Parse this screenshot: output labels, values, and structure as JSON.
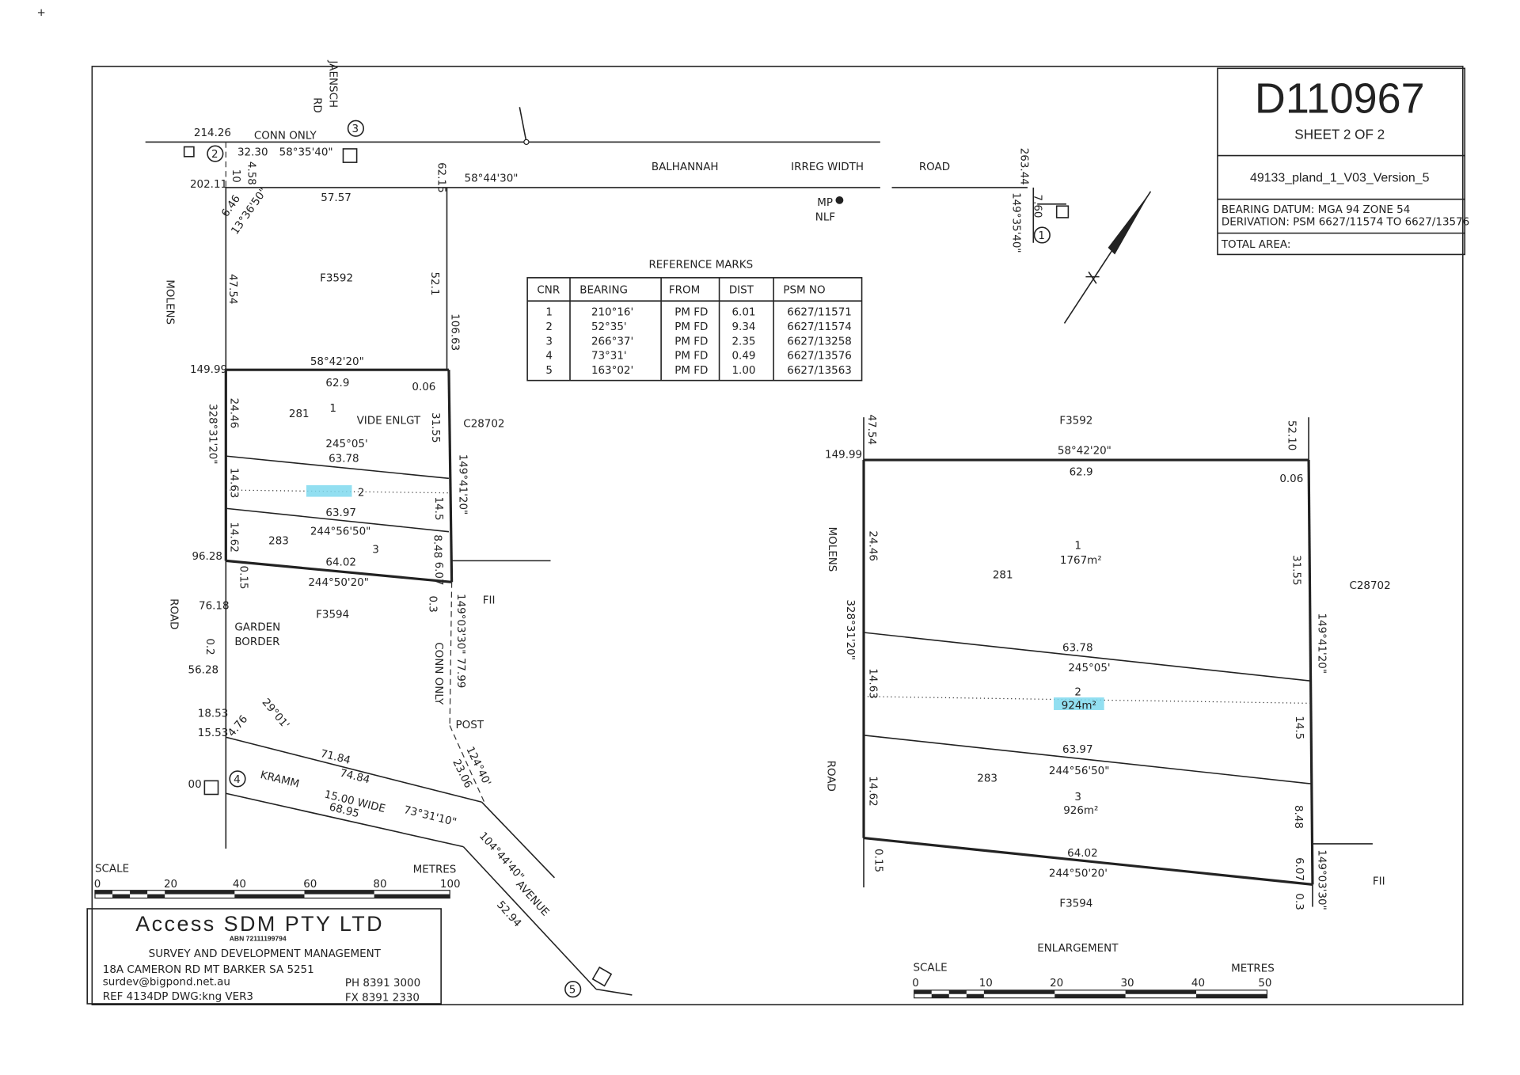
{
  "title_block": {
    "plan_number": "D110967",
    "sheet": "SHEET 2 OF 2",
    "version": "49133_pland_1_V03_Version_5",
    "bearing_datum": "BEARING DATUM: MGA 94 ZONE 54",
    "derivation": "DERIVATION: PSM 6627/11574 TO 6627/13576",
    "total_area": "TOTAL AREA:"
  },
  "reference_marks": {
    "title": "REFERENCE MARKS",
    "headers": [
      "CNR",
      "BEARING",
      "FROM",
      "DIST",
      "PSM NO"
    ],
    "rows": [
      [
        "1",
        "210°16'",
        "PM FD",
        "6.01",
        "6627/11571"
      ],
      [
        "2",
        "52°35'",
        "PM FD",
        "9.34",
        "6627/11574"
      ],
      [
        "3",
        "266°37'",
        "PM FD",
        "2.35",
        "6627/13258"
      ],
      [
        "4",
        "73°31'",
        "PM FD",
        "0.49",
        "6627/13576"
      ],
      [
        "5",
        "163°02'",
        "PM FD",
        "1.00",
        "6627/13563"
      ]
    ]
  },
  "main_plan": {
    "road_balhannah": "BALHANNAH",
    "irreg_width": "IRREG WIDTH",
    "road_word": "ROAD",
    "jaensch": "JAENSCH",
    "rd": "RD",
    "conn_only": "CONN   ONLY",
    "molens": "MOLENS",
    "road_left": "ROAD",
    "kramm": "KRAMM",
    "kramm_width": "15.00 WIDE",
    "avenue": "AVENUE",
    "c28702": "C28702",
    "f3592": "F3592",
    "f3594": "F3594",
    "f11": "FII",
    "vide_enlgt": "VIDE ENLGT",
    "garden_border": [
      "GARDEN",
      "BORDER"
    ],
    "post": "POST",
    "mp_nlf": [
      "MP",
      "NLF"
    ],
    "conn_only_v": "CONN  ONLY",
    "lots": [
      "1",
      "2",
      "3"
    ],
    "parcels": [
      "281",
      "283"
    ],
    "corners": [
      "1",
      "2",
      "3",
      "4",
      "5"
    ],
    "dims": {
      "d214_26": "214.26",
      "d32_30": "32.30",
      "b58_35_40": "58°35'40\"",
      "d202_11": "202.11",
      "d10": "10",
      "d4_58": "4.58",
      "d6_46": "6.46",
      "b13_36_50": "13°36'50\"",
      "d57_57": "57.57",
      "d62_15": "62.15",
      "b58_44_30": "58°44'30\"",
      "d263_44": "263.44",
      "b149_35_40": "149°35'40\"",
      "d7_60": "7.60",
      "d47_54": "47.54",
      "d52_1": "52.1",
      "d106_63": "106.63",
      "d149_99": "149.99",
      "b58_42_20": "58°42'20\"",
      "d62_9": "62.9",
      "d0_06": "0.06",
      "b328_31_20": "328°31'20\"",
      "d24_46": "24.46",
      "d31_55": "31.55",
      "b245_05": "245°05'",
      "d63_78": "63.78",
      "d14_63": "14.63",
      "b149_41_20": "149°41'20\"",
      "d14_5": "14.5",
      "d63_97": "63.97",
      "b244_56_50": "244°56'50\"",
      "d14_62": "14.62",
      "d8_48": "8.48",
      "d6_07": "6.07",
      "d96_28": "96.28",
      "d0_15": "0.15",
      "d64_02": "64.02",
      "b244_50_20": "244°50'20\"",
      "d76_18": "76.18",
      "d0_2": "0.2",
      "d56_28": "56.28",
      "d0_3": "0.3",
      "b149_03_30": "149°03'30\" 77.99",
      "d18_53": "18.53",
      "d15_53": "15.53",
      "b29_01": "29°01'",
      "d4_76": "4.76",
      "d71_84": "71.84",
      "d74_84": "74.84",
      "d68_95": "68.95",
      "b73_31_10": "73°31'10\"",
      "b124_40": "124°40'",
      "d23_06": "23.06",
      "b104_44_40": "104°44'40\"",
      "d52_94": "52.94",
      "d00": "00"
    },
    "scale": {
      "label": "SCALE",
      "unit": "METRES",
      "ticks": [
        "0",
        "20",
        "40",
        "60",
        "80",
        "100"
      ]
    }
  },
  "enlargement": {
    "title": "ENLARGEMENT",
    "molens": "MOLENS",
    "road": "ROAD",
    "f3592": "F3592",
    "f3594": "F3594",
    "c28702": "C28702",
    "f11": "FII",
    "lots": [
      {
        "num": "1",
        "area": "1767m²"
      },
      {
        "num": "2",
        "area": "924m²"
      },
      {
        "num": "3",
        "area": "926m²"
      }
    ],
    "parcels": [
      "281",
      "283"
    ],
    "dims": {
      "d47_54": "47.54",
      "d52_10": "52.10",
      "d149_99": "149.99",
      "b58_42_20": "58°42'20\"",
      "d62_9": "62.9",
      "d0_06": "0.06",
      "d24_46": "24.46",
      "d31_55": "31.55",
      "b328_31_20": "328°31'20\"",
      "b149_41_20": "149°41'20\"",
      "d63_78": "63.78",
      "b245_05": "245°05'",
      "d14_63": "14.63",
      "d14_5": "14.5",
      "d63_97": "63.97",
      "b244_56_50": "244°56'50\"",
      "d14_62": "14.62",
      "d8_48": "8.48",
      "d64_02": "64.02",
      "b244_50_20": "244°50'20'",
      "d0_15": "0.15",
      "d6_07": "6.07",
      "d0_3": "0.3",
      "b149_03_30": "149°03'30\""
    },
    "scale": {
      "label": "SCALE",
      "unit": "METRES",
      "ticks": [
        "0",
        "10",
        "20",
        "30",
        "40",
        "50"
      ]
    }
  },
  "company": {
    "name": "Access SDM PTY LTD",
    "abn": "ABN    72111199794",
    "tagline": "SURVEY AND DEVELOPMENT MANAGEMENT",
    "address": "18A CAMERON RD   MT BARKER SA 5251",
    "email": "surdev@bigpond.net.au",
    "phone": "PH 8391 3000",
    "ref": "REF 4134DP DWG:kng VER3",
    "fax": "FX 8391 2330"
  },
  "colors": {
    "ink": "#222222",
    "highlight": "#7fd9ee"
  }
}
